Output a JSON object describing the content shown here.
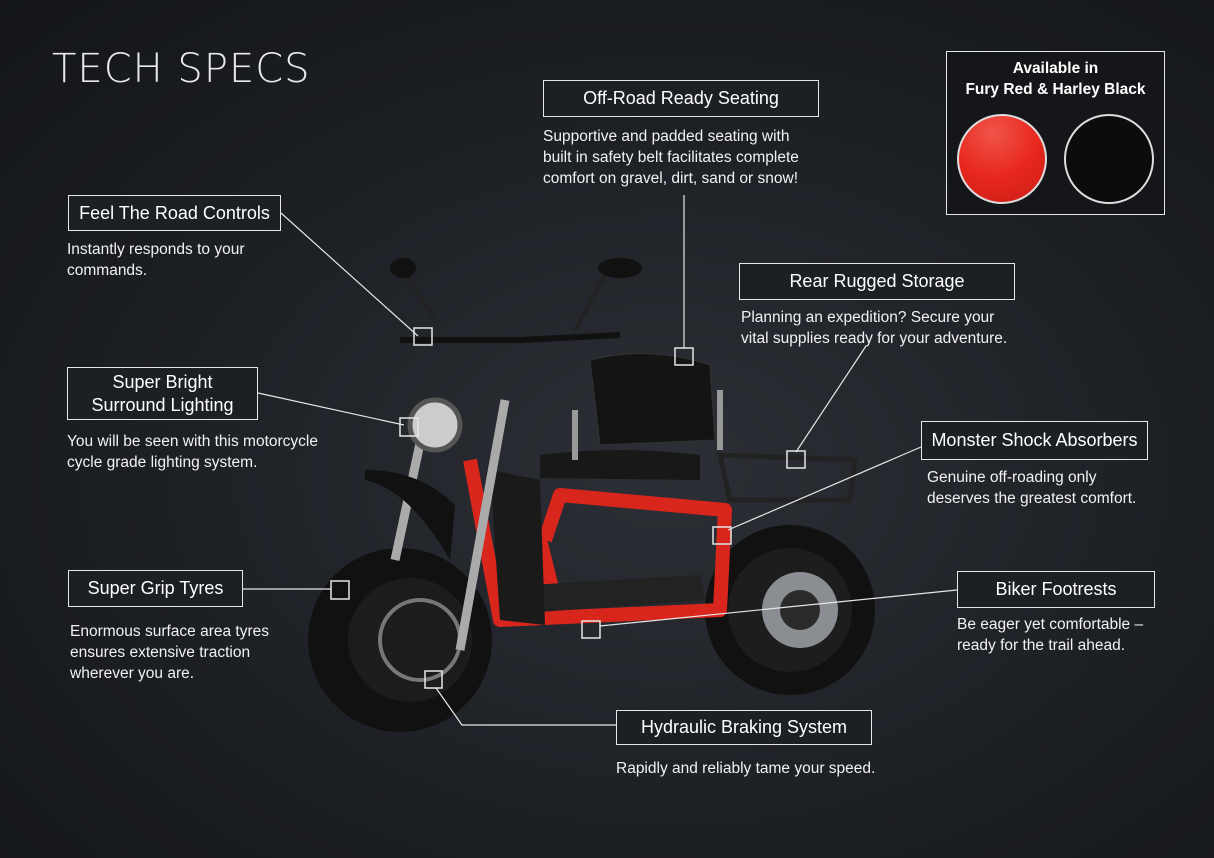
{
  "title": "TECH SPECS",
  "availability": {
    "heading": "Available in\nFury Red & Harley Black",
    "colors": [
      {
        "name": "Fury Red",
        "hex": "#e8281f"
      },
      {
        "name": "Harley Black",
        "hex": "#0c0c0d"
      }
    ]
  },
  "features": [
    {
      "label": "Off-Road Ready Seating",
      "desc": "Supportive and padded seating with\nbuilt in safety belt facilitates complete\ncomfort on gravel, dirt, sand or snow!"
    },
    {
      "label": "Feel The Road Controls",
      "desc": "Instantly responds to your\ncommands."
    },
    {
      "label": "Rear Rugged Storage",
      "desc": "Planning an expedition? Secure your\nvital supplies ready for your adventure."
    },
    {
      "label": "Super Bright\nSurround Lighting",
      "desc": "You will be seen with this motorcycle\ncycle grade lighting system."
    },
    {
      "label": "Monster Shock Absorbers",
      "desc": "Genuine off-roading only\ndeserves the greatest comfort."
    },
    {
      "label": "Super Grip Tyres",
      "desc": "Enormous surface area tyres\nensures extensive traction\nwherever you are."
    },
    {
      "label": "Biker Footrests",
      "desc": "Be eager yet comfortable –\nready for the trail ahead."
    },
    {
      "label": "Hydraulic Braking System",
      "desc": "Rapidly and reliably tame your speed."
    }
  ]
}
